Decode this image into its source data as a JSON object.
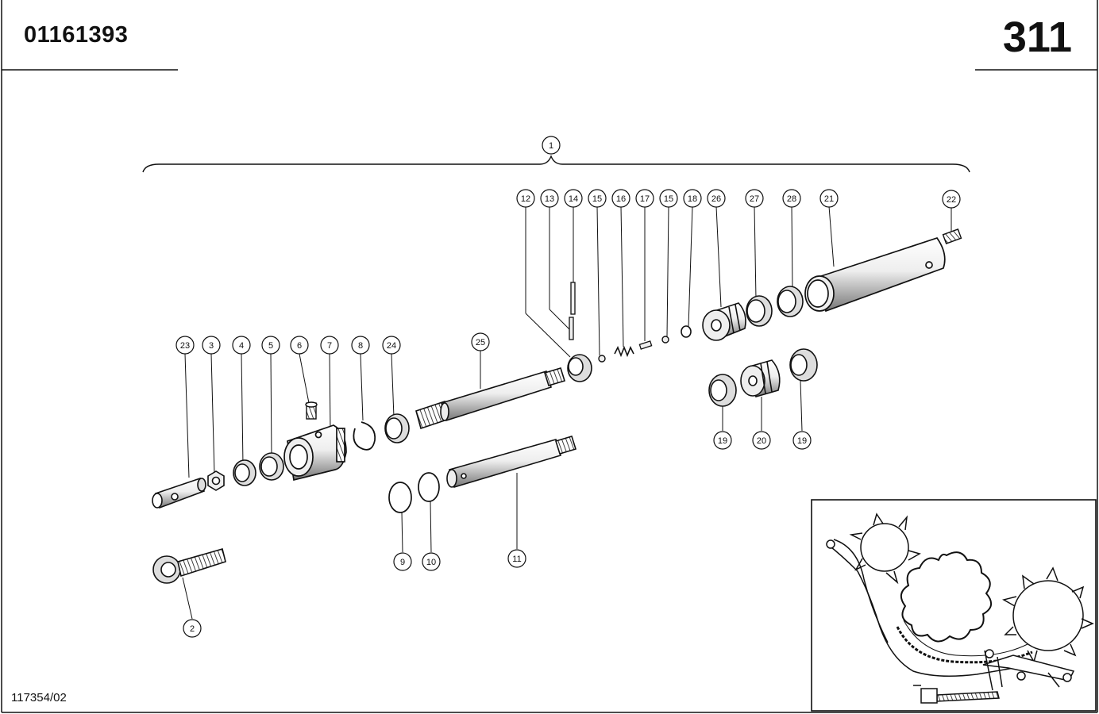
{
  "header": {
    "part_number": "01161393",
    "page_number": "311"
  },
  "footer": {
    "drawing_ref": "117354/02"
  },
  "callouts": [
    {
      "id": "c1",
      "label": "1"
    },
    {
      "id": "c12",
      "label": "12"
    },
    {
      "id": "c13",
      "label": "13"
    },
    {
      "id": "c14",
      "label": "14"
    },
    {
      "id": "c15a",
      "label": "15"
    },
    {
      "id": "c16",
      "label": "16"
    },
    {
      "id": "c17",
      "label": "17"
    },
    {
      "id": "c15b",
      "label": "15"
    },
    {
      "id": "c18",
      "label": "18"
    },
    {
      "id": "c26",
      "label": "26"
    },
    {
      "id": "c27",
      "label": "27"
    },
    {
      "id": "c28",
      "label": "28"
    },
    {
      "id": "c21",
      "label": "21"
    },
    {
      "id": "c22",
      "label": "22"
    },
    {
      "id": "c23",
      "label": "23"
    },
    {
      "id": "c3",
      "label": "3"
    },
    {
      "id": "c4",
      "label": "4"
    },
    {
      "id": "c5",
      "label": "5"
    },
    {
      "id": "c6",
      "label": "6"
    },
    {
      "id": "c7",
      "label": "7"
    },
    {
      "id": "c8",
      "label": "8"
    },
    {
      "id": "c24",
      "label": "24"
    },
    {
      "id": "c25",
      "label": "25"
    },
    {
      "id": "c19a",
      "label": "19"
    },
    {
      "id": "c20",
      "label": "20"
    },
    {
      "id": "c19b",
      "label": "19"
    },
    {
      "id": "c9",
      "label": "9"
    },
    {
      "id": "c10",
      "label": "10"
    },
    {
      "id": "c11",
      "label": "11"
    },
    {
      "id": "c2",
      "label": "2"
    }
  ],
  "colors": {
    "ink": "#111111",
    "paper": "#ffffff"
  }
}
